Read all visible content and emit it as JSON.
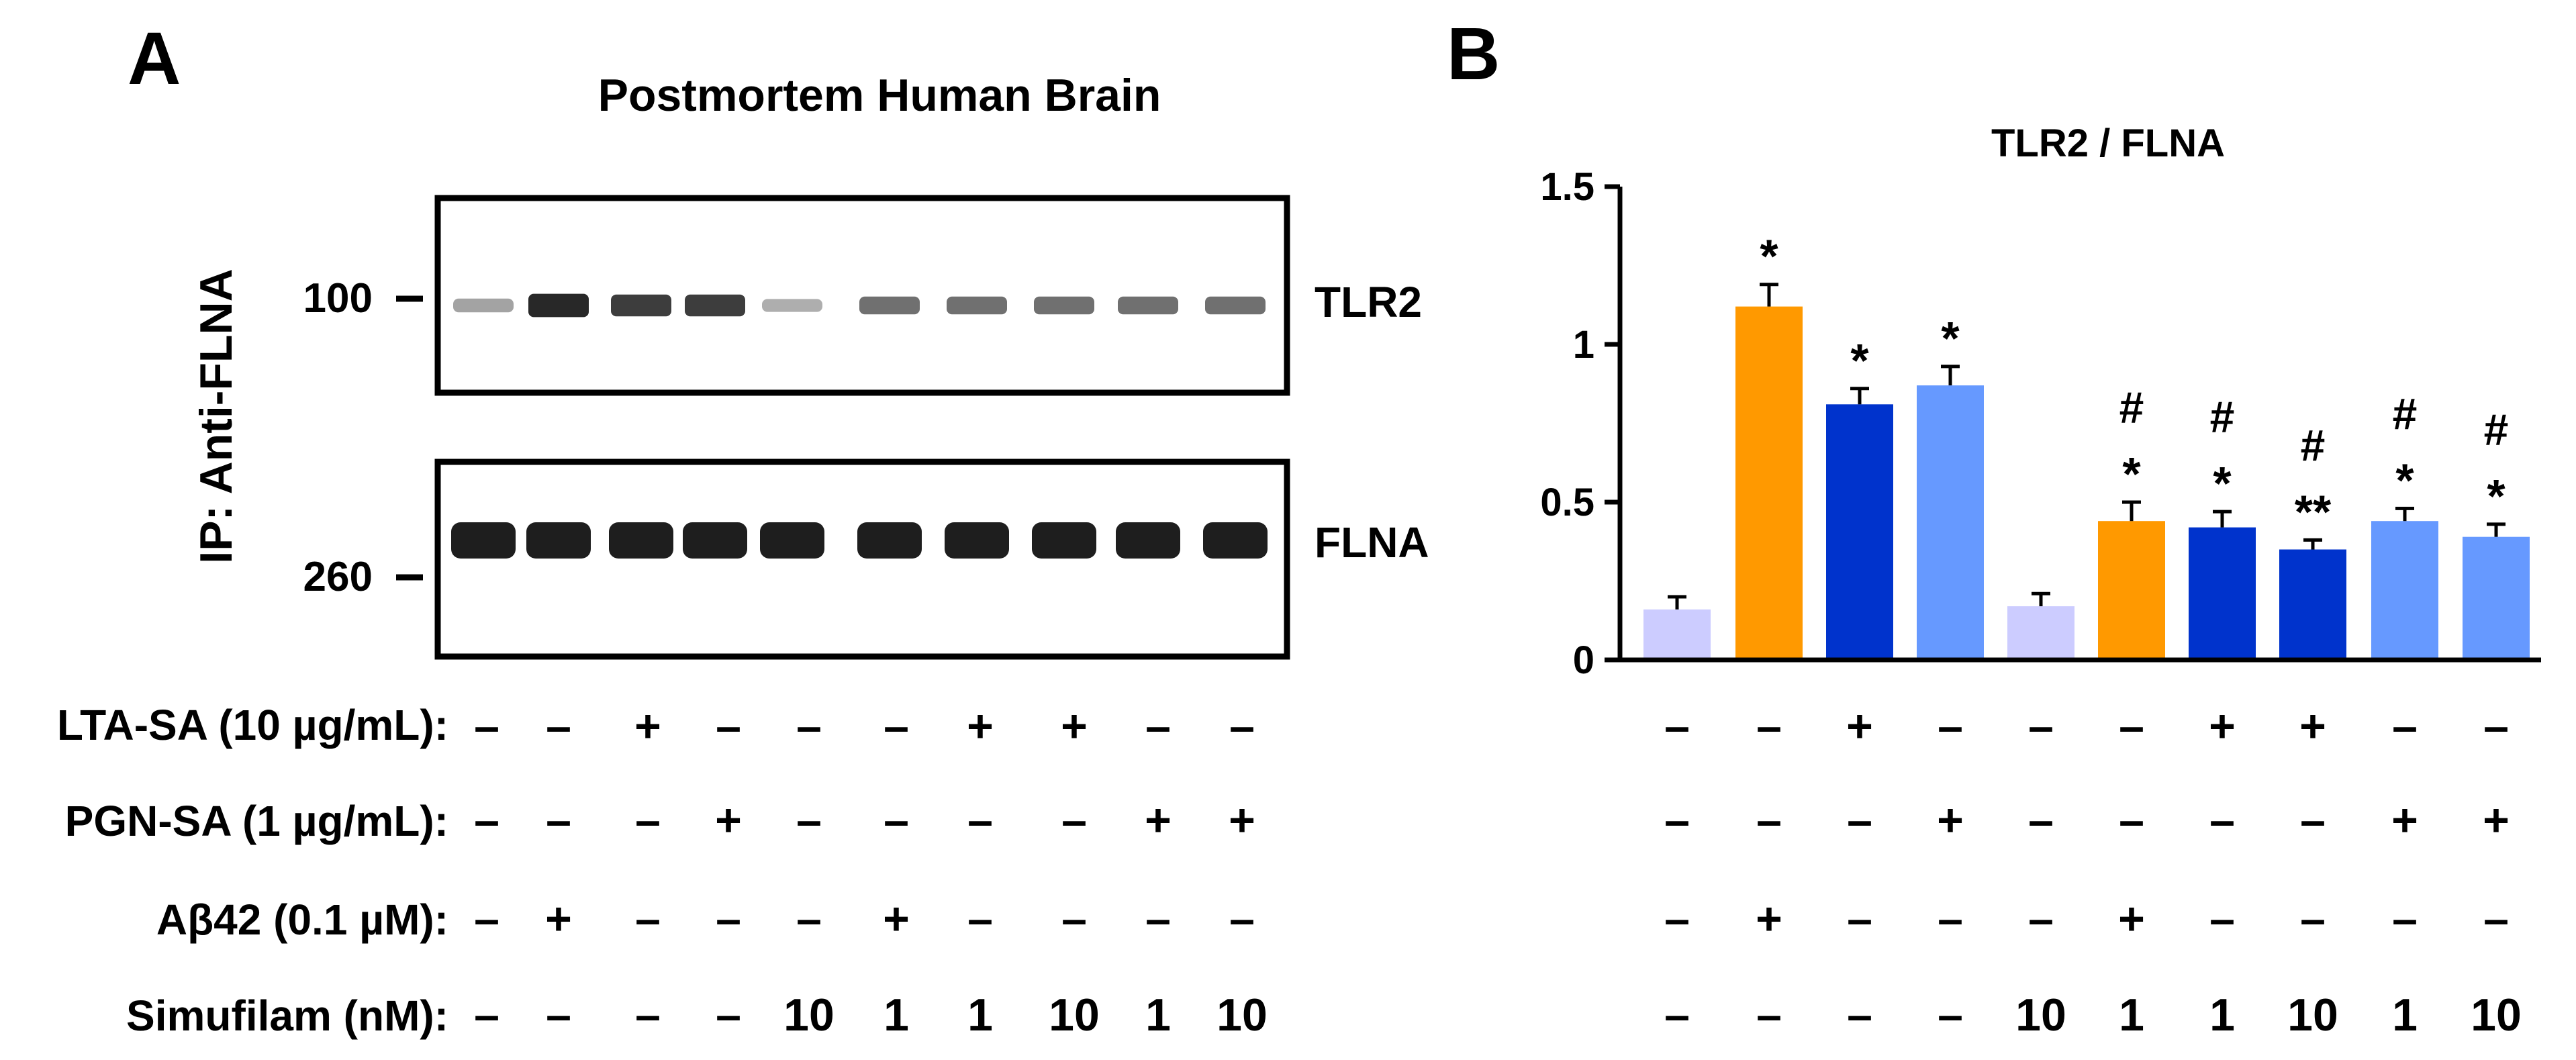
{
  "panel_a": {
    "letter": "A",
    "title": "Postmortem Human Brain",
    "y_axis_label": "IP: Anti-FLNA",
    "markers": [
      "100",
      "260"
    ],
    "blot_labels": [
      "TLR2",
      "FLNA"
    ],
    "tlr2_band_intensity": [
      0.35,
      0.95,
      0.85,
      0.85,
      0.3,
      0.6,
      0.6,
      0.6,
      0.6,
      0.6
    ],
    "flna_band_intensity": [
      1,
      1,
      1,
      1,
      1,
      1,
      1,
      1,
      1,
      1
    ],
    "row_labels": [
      "LTA-SA (10 µg/mL):",
      "PGN-SA (1 µg/mL):",
      "Aβ42 (0.1 µM):",
      "Simufilam (nM):"
    ],
    "row_values": [
      [
        "–",
        "–",
        "+",
        "–",
        "–",
        "–",
        "+",
        "+",
        "–",
        "–"
      ],
      [
        "–",
        "–",
        "–",
        "+",
        "–",
        "–",
        "–",
        "–",
        "+",
        "+"
      ],
      [
        "–",
        "+",
        "–",
        "–",
        "–",
        "+",
        "–",
        "–",
        "–",
        "–"
      ],
      [
        "–",
        "–",
        "–",
        "–",
        "10",
        "1",
        "1",
        "10",
        "1",
        "10"
      ]
    ]
  },
  "panel_b": {
    "letter": "B",
    "row_values": [
      [
        "–",
        "–",
        "+",
        "–",
        "–",
        "–",
        "+",
        "+",
        "–",
        "–"
      ],
      [
        "–",
        "–",
        "–",
        "+",
        "–",
        "–",
        "–",
        "–",
        "+",
        "+"
      ],
      [
        "–",
        "+",
        "–",
        "–",
        "–",
        "+",
        "–",
        "–",
        "–",
        "–"
      ],
      [
        "–",
        "–",
        "–",
        "–",
        "10",
        "1",
        "1",
        "10",
        "1",
        "10"
      ]
    ]
  },
  "chart_data": {
    "type": "bar",
    "title": "TLR2 / FLNA",
    "xlabel": "",
    "ylabel": "",
    "ylim": [
      0,
      1.5
    ],
    "yticks": [
      "0",
      "0.5",
      "1",
      "1.5"
    ],
    "values": [
      0.16,
      1.12,
      0.81,
      0.87,
      0.17,
      0.44,
      0.42,
      0.35,
      0.44,
      0.39
    ],
    "errors": [
      0.04,
      0.07,
      0.05,
      0.06,
      0.04,
      0.06,
      0.05,
      0.03,
      0.04,
      0.04
    ],
    "colors": [
      "#ccccff",
      "#ff9900",
      "#0033cc",
      "#6699ff",
      "#ccccff",
      "#ff9900",
      "#0033cc",
      "#0033cc",
      "#6699ff",
      "#6699ff"
    ],
    "stars": [
      "",
      "*",
      "*",
      "*",
      "",
      "*",
      "*",
      "**",
      "*",
      "*"
    ],
    "hashes": [
      "",
      "",
      "",
      "",
      "",
      "#",
      "#",
      "#",
      "#",
      "#"
    ]
  }
}
